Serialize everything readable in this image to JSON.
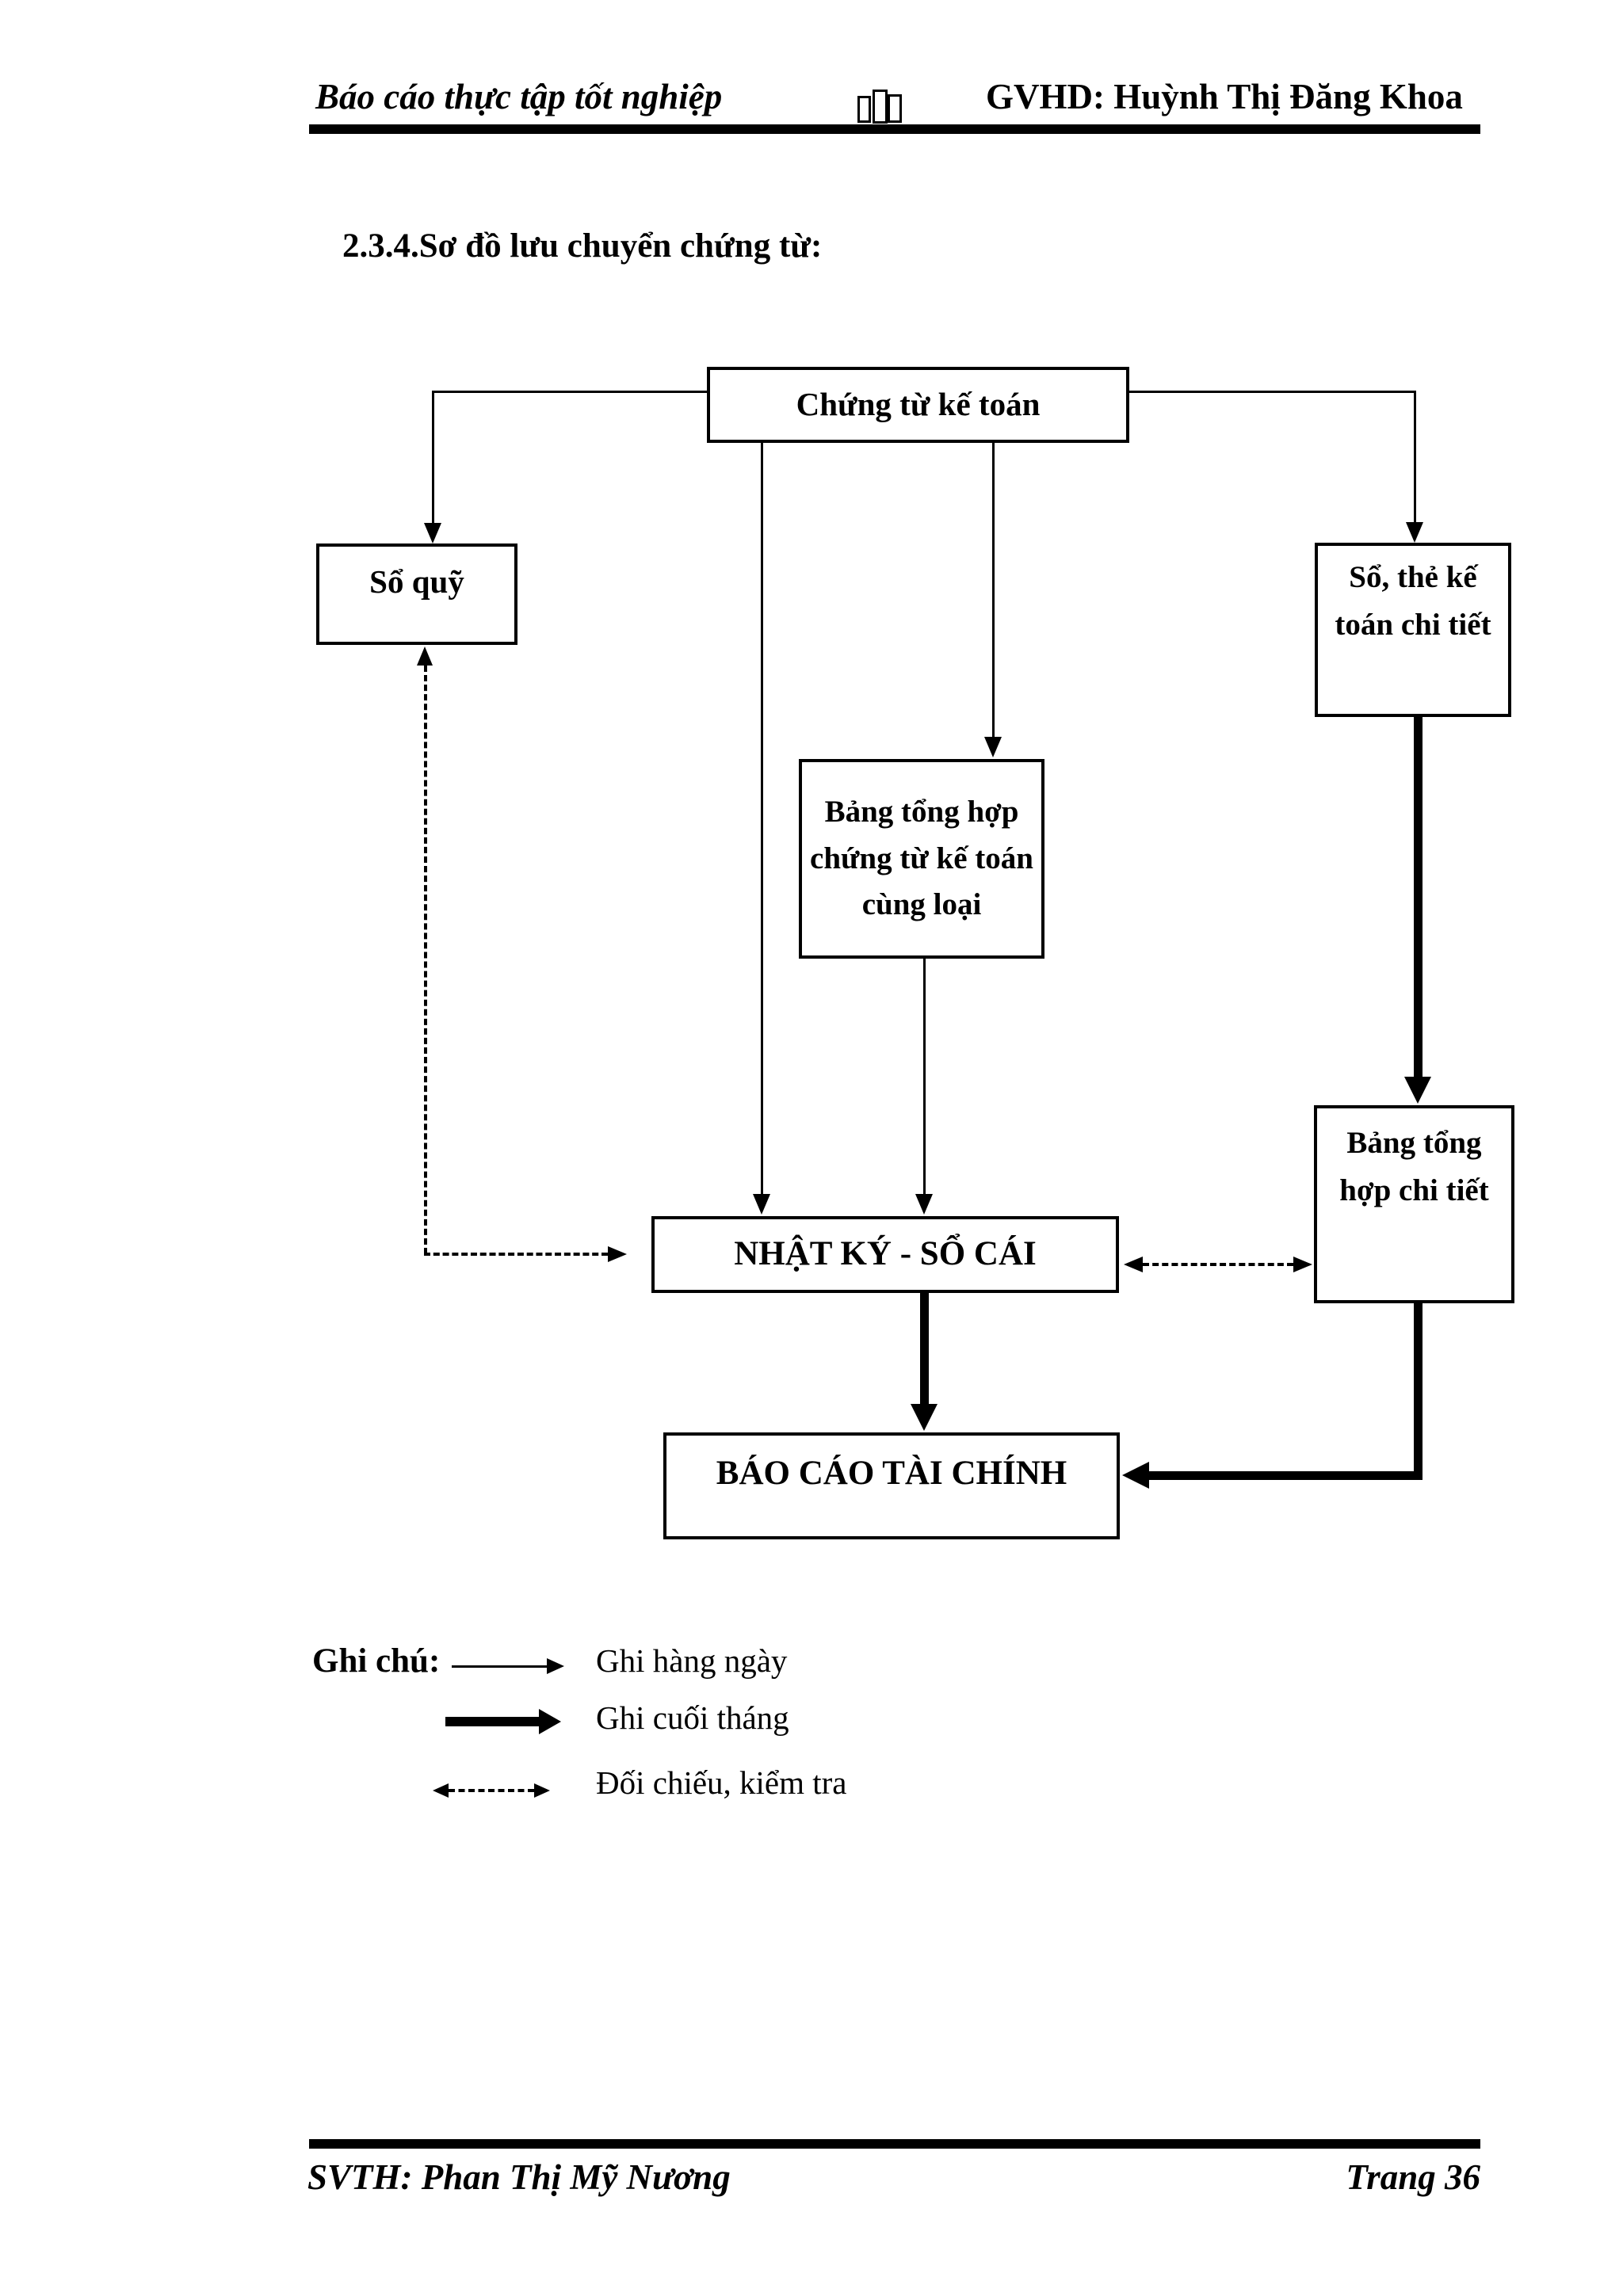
{
  "doc": {
    "header": {
      "left": "Báo cáo thực tập tốt nghiệp",
      "divider_glyphs": "□□□",
      "right": "GVHD: Huỳnh Thị Đăng Khoa"
    },
    "section_title": "2.3.4.Sơ đồ lưu chuyển chứng từ:",
    "footer": {
      "left": "SVTH: Phan Thị Mỹ Nương",
      "right": "Trang 36"
    }
  },
  "diagram": {
    "nodes": {
      "chung_tu": "Chứng từ kế toán",
      "so_quy": "Sổ quỹ",
      "so_the_ke_toan_chi_tiet": "Sổ, thẻ kế toán chi tiết",
      "bang_tong_hop_chung_tu": "Bảng tổng hợp chứng từ kế toán cùng loại",
      "bang_tong_hop_chi_tiet": "Bảng tổng hợp chi tiết",
      "nhat_ky_so_cai": "NHẬT KÝ - SỔ CÁI",
      "bao_cao_tai_chinh": "BÁO CÁO TÀI CHÍNH"
    },
    "legend": {
      "title": "Ghi chú:",
      "items": [
        {
          "type": "solid-thin-arrow",
          "label": "Ghi hàng ngày"
        },
        {
          "type": "solid-thick-arrow",
          "label": "Ghi cuối tháng"
        },
        {
          "type": "dotted-double-arrow",
          "label": "Đối chiếu, kiểm tra"
        }
      ]
    }
  },
  "colors": {
    "ink": "#000000",
    "paper": "#ffffff"
  }
}
